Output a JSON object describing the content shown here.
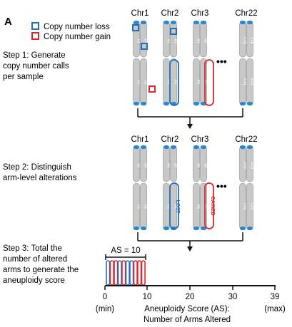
{
  "panel_label": "A",
  "legend": {
    "loss_label": "Copy number loss",
    "gain_label": "Copy number gain",
    "loss_color": "#1f6fbf",
    "gain_color": "#d8262b"
  },
  "steps": {
    "step1": [
      "Step 1: Generate",
      "copy number calls",
      "per sample"
    ],
    "step2": [
      "Step 2: Distinguish",
      "arm-level alterations"
    ],
    "step3": [
      "Step 3: Total the",
      "number of altered",
      "arms to generate the",
      "aneuploidy score"
    ]
  },
  "chromosomes": [
    "Chr1",
    "Chr2",
    "Chr3",
    "Chr22"
  ],
  "arm_labels": {
    "p": [
      "1p",
      "1p",
      "2p",
      "2p",
      "3p",
      "3p",
      "22p",
      "22p"
    ],
    "q": [
      "1q",
      "1q",
      "2q",
      "2q",
      "3q",
      "3q",
      "22q",
      "22q"
    ]
  },
  "ellipsis": "•••",
  "alteration_labels": {
    "lost": "LOST",
    "gained": "GAINED"
  },
  "aneuploidy_score_label": "AS = 10",
  "axis": {
    "ticks": [
      "0",
      "10",
      "20",
      "30",
      "39"
    ],
    "min_label": "(min)",
    "max_label": "(max)",
    "title_line1": "Aneuploidy Score (AS):",
    "title_line2": "Number of Arms Altered"
  },
  "colors": {
    "chromatid_fill": "#c8c8c8",
    "chromatid_stroke": "#8c8c8c",
    "telomere": "#2a86d1",
    "loss": "#1f6fbf",
    "gain": "#d8262b"
  }
}
